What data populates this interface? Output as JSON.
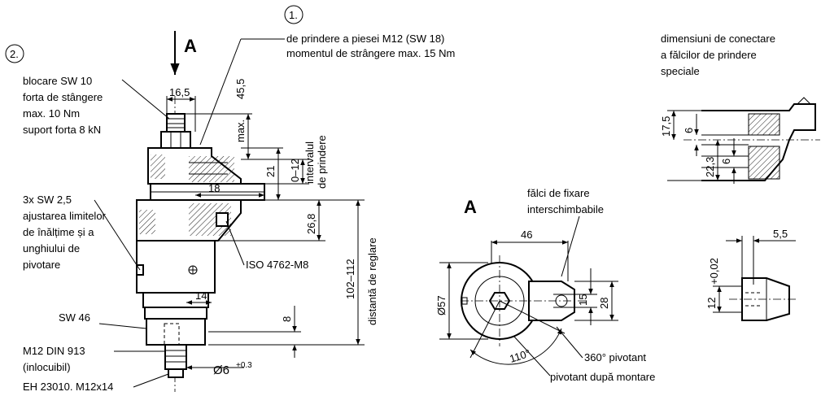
{
  "markers": {
    "one": "1.",
    "two": "2."
  },
  "view_a": {
    "arrow_label": "A",
    "section_label": "A"
  },
  "callouts": {
    "clamp_screw_line1": "de prindere a piesei M12 (SW 18)",
    "clamp_screw_line2": "momentul de  strângere max. 15 Nm",
    "lock_line1": "blocare SW 10",
    "lock_line2": "forta de stângere",
    "lock_line3": "max. 10 Nm",
    "lock_line4": "suport forta 8 kN",
    "adjust_line1": "3x SW 2,5",
    "adjust_line2": "ajustarea limitelor",
    "adjust_line3": "de înălțime și a",
    "adjust_line4": "unghiului de",
    "adjust_line5": "pivotare",
    "sw46": "SW 46",
    "m12_line1": "M12 DIN 913",
    "m12_line2": "(inlocuibil)",
    "eh": "EH 23010. M12x14",
    "iso": "ISO 4762-M8",
    "range_line1": "intervalul",
    "range_line2": "de prindere",
    "adjust_distance": "distantă de reglare",
    "connect_line1": "dimensiuni de conectare",
    "connect_line2": "a fălcilor de prindere",
    "connect_line3": "speciale",
    "jaws_line1": "fălci de fixare",
    "jaws_line2": "interschimbabile",
    "pivot360": "360° pivotant",
    "pivot_after": "pivotant după montare"
  },
  "dimensions": {
    "d16_5": "16,5",
    "d45_5": "45,5",
    "dmax": "max.",
    "d0_12": "0–12",
    "d21": "21",
    "d18": "18",
    "d26_8": "26,8",
    "d102_112": "102–112",
    "d14": "14",
    "d8": "8",
    "d6_main": "Ø6",
    "d6_tol": "+0.3",
    "d46": "46",
    "d57": "Ø57",
    "d15": "15",
    "d28": "28",
    "d110": "110°",
    "d17_5": "17,5",
    "d6a": "6",
    "d6b": "6",
    "d22_3": "22,3",
    "d5_5": "5,5",
    "d12": "12",
    "d12_tol": "+0,02"
  }
}
